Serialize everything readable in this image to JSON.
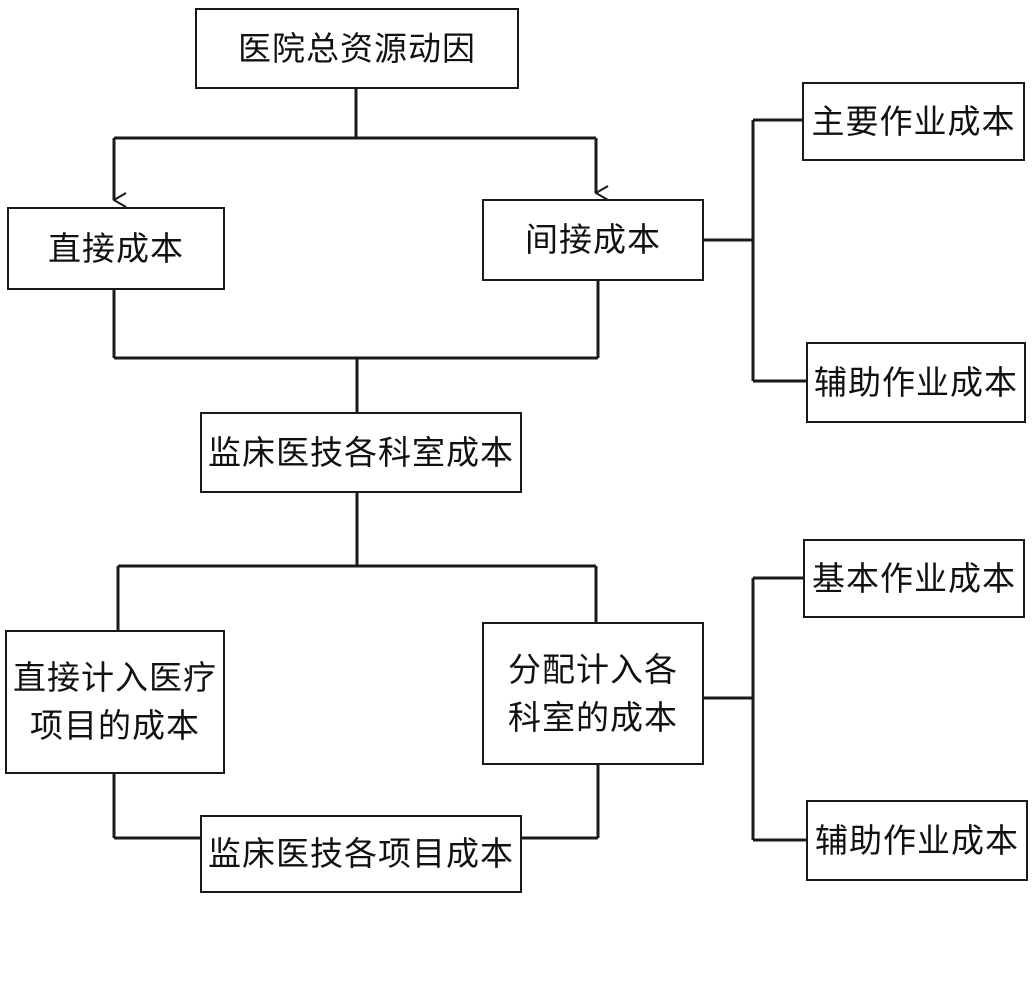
{
  "boxes": {
    "root": "医院总资源动因",
    "direct_cost": "直接成本",
    "indirect_cost": "间接成本",
    "main_activity_cost": "主要作业成本",
    "aux_activity_cost_1": "辅助作业成本",
    "dept_cost": "监床医技各科室成本",
    "direct_project_cost": "直接计入医疗\n项目的成本",
    "allocated_dept_cost": "分配计入各\n科室的成本",
    "basic_activity_cost": "基本作业成本",
    "aux_activity_cost_2": "辅助作业成本",
    "project_cost": "监床医技各项目成本"
  },
  "colors": {
    "line": "#1a1a1a",
    "box_border": "#1a1a1a",
    "text": "#111111",
    "background": "#ffffff"
  }
}
